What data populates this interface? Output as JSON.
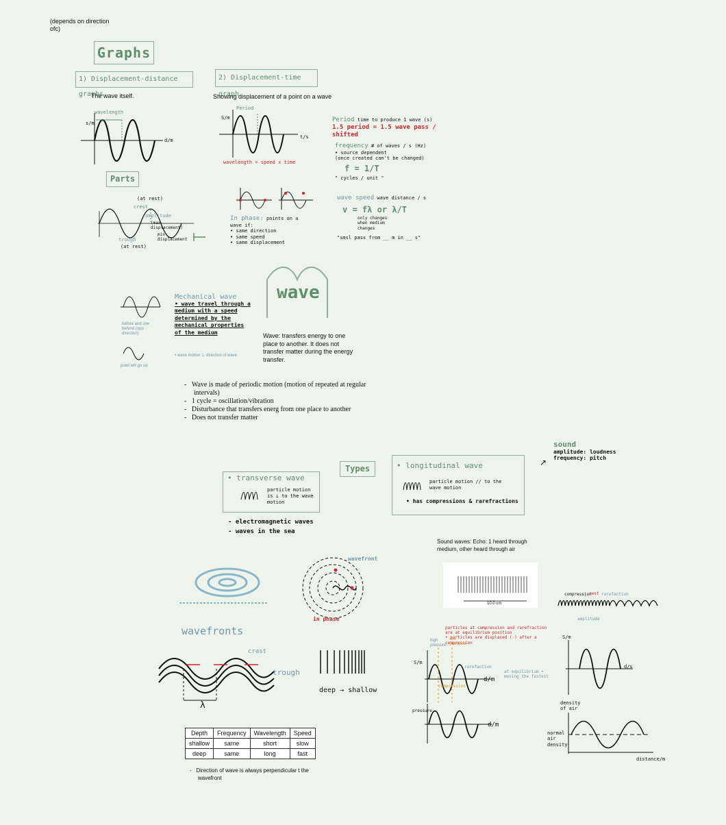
{
  "top_note": "(depends on direction ofc)",
  "title": "Graphs",
  "dd_graph": {
    "title": "1) Displacement-distance graphs",
    "caption": "The wave itself.",
    "wavelength": "wavelength",
    "ylab": "s/m",
    "xlab": "d/m"
  },
  "dt_graph": {
    "title": "2) Displacement-time graph",
    "caption": "Showing displacement of a point on a wave",
    "period": "Period",
    "ylab": "S/m",
    "xlab": "t/s",
    "formula": "wavelength = speed x time"
  },
  "period_note": {
    "head": "Period",
    "text": "time to produce 1 wave (s)",
    "red": "1.5 period = 1.5 wave pass / shifted"
  },
  "frequency_note": {
    "head": "frequency",
    "text": "# of waves / s (Hz)",
    "line2": "• source dependent",
    "line3": "(once created can't be changed)",
    "formula": "f = 1/T",
    "footer": "\" cycles / unit \""
  },
  "wavespeed_note": {
    "head": "wave speed",
    "text": "wave distance / s",
    "formula": "v = fλ  or  λ/T",
    "sub": "only changes when medium changes",
    "footer": "\"smsl pass from __ m in __ s\""
  },
  "parts": {
    "label": "Parts",
    "at_rest_top": "(at rest)",
    "crest": "crest",
    "amplitude": "amplitude",
    "max_disp": "(max displacement)",
    "min_disp": "min displacement",
    "trough": "trough",
    "at_rest_bottom": "(at rest)"
  },
  "in_phase": {
    "head": "In phase:",
    "text": "points on a wave if:",
    "items": [
      "• same direction",
      "• same speed",
      "• same displacement"
    ]
  },
  "mechanical": {
    "head": "Mechanical wave",
    "text": "• wave travel through a medium with a speed determined by the mechanical properties of the medium",
    "note": "• wave motion ⊥ direction of wave",
    "left_a": "before and one behind (opp direction)",
    "left_b": "point will go up"
  },
  "wave_word": "wave",
  "wave_def": "Wave: transfers energy to one place to another. It does not transfer matter during the energy transfer.",
  "wave_bullets": [
    "Wave is made of periodic motion (motion of repeated at regular intervals)",
    "1 cycle = oscillation/vibration",
    "Disturbance that transfers energ from one place to another",
    "Does not transfer matter"
  ],
  "types": "Types",
  "transverse": {
    "head": "• transverse wave",
    "text": "particle motion is ⊥ to the wave motion",
    "ex1": "- electromagnetic waves",
    "ex2": "- waves in the sea"
  },
  "longitudinal": {
    "head": "• longitudinal wave",
    "text": "particle motion // to the wave motion",
    "sub": "• has compressions & rarefractions"
  },
  "sound_note": {
    "head": "sound",
    "l1": "amplitude: loudness",
    "l2": "frequency: pitch"
  },
  "sound_waves": "Sound waves: Echo: 1 heard through medium, other heard through air",
  "spring_caption": "10.0 cm",
  "wavefront": {
    "label": "wavefront",
    "in_phase": "in phase",
    "wavefronts": "wavefronts",
    "crest": "crest",
    "trough": "trough",
    "lambda": "λ",
    "deep_shallow": "deep → shallow"
  },
  "table": {
    "headers": [
      "Depth",
      "Frequency",
      "Wavelength",
      "Speed"
    ],
    "rows": [
      [
        "shallow",
        "same",
        "short",
        "slow"
      ],
      [
        "deep",
        "same",
        "long",
        "fast"
      ]
    ]
  },
  "perp_note": "Direction of wave is always perpendicular t the wavefront",
  "long_graph": {
    "top": "particles at compression and rarefraction are at equilibrium position",
    "sub": "• particles are displaced (-) after a compression",
    "high": "high pressure",
    "low": "low pressure",
    "ylab": "S/m",
    "xlab": "d/m",
    "xlab2": "d/m",
    "ylab2": "pressure",
    "compression": "compression",
    "rarefaction": "rarefaction",
    "equil": "at equilibrium • moving the fastest"
  },
  "right_graph": {
    "compress": "compression",
    "rest": "rest",
    "rare": "rarefaction",
    "amp": "amplitude",
    "ylab": "S/m",
    "xlab": "d/s",
    "density": "density of air",
    "normal": "normal air density",
    "distance": "distance/m"
  }
}
